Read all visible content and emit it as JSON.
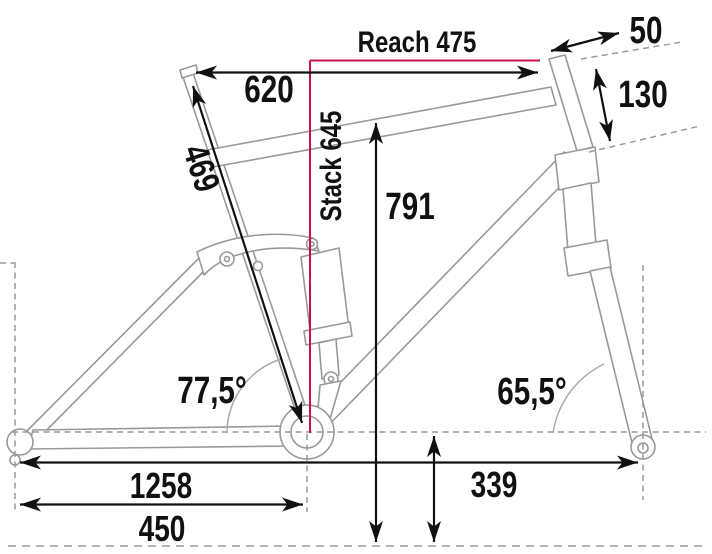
{
  "colors": {
    "accent": "#c51249",
    "dimension": "#111111",
    "frame_outline": "#999999"
  },
  "labels": {
    "reach": "Reach 475",
    "stack": "Stack 645",
    "effective_top_tube": "620",
    "seat_tube_length": "469",
    "standover_height": "791",
    "head_tube_top_offset": "50",
    "head_tube_length": "130",
    "seat_tube_angle": "77,5°",
    "head_tube_angle": "65,5°",
    "wheelbase": "1258",
    "chainstay_length": "450",
    "bb_height": "339"
  }
}
